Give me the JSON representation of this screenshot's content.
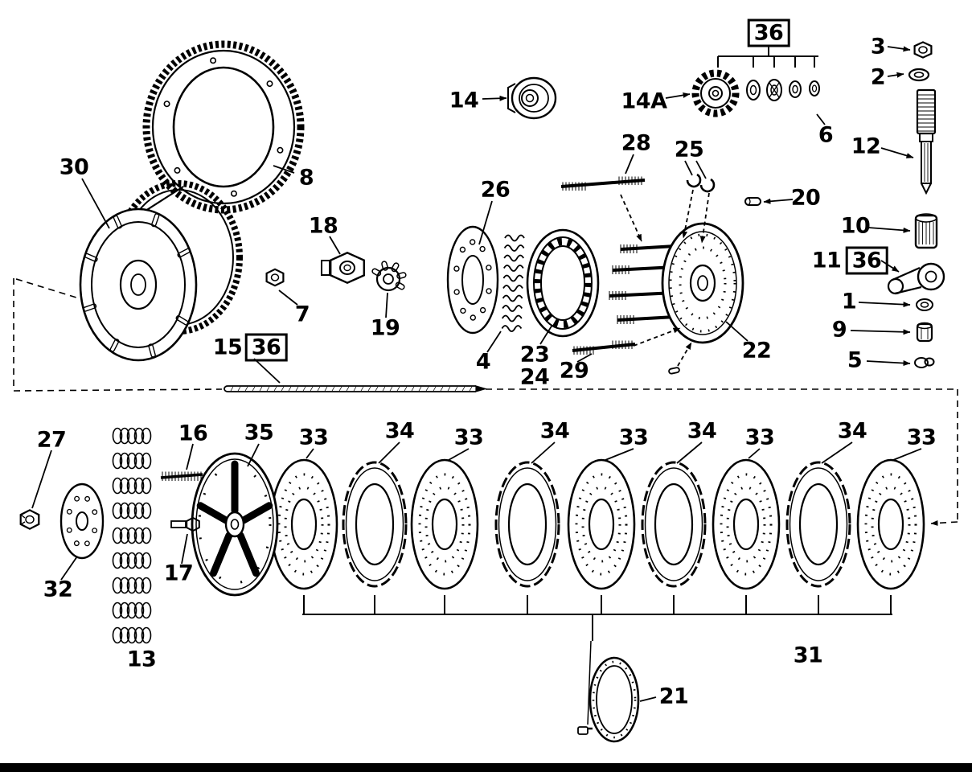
{
  "diagram": {
    "labels": {
      "1": "1",
      "2": "2",
      "3": "3",
      "4": "4",
      "5": "5",
      "6": "6",
      "7": "7",
      "8": "8",
      "9": "9",
      "10": "10",
      "11": "11",
      "12": "12",
      "13": "13",
      "14": "14",
      "14A": "14A",
      "15": "15",
      "16": "16",
      "17": "17",
      "18": "18",
      "19": "19",
      "20": "20",
      "21": "21",
      "22": "22",
      "23": "23",
      "24": "24",
      "25": "25",
      "26": "26",
      "27": "27",
      "28": "28",
      "29": "29",
      "30": "30",
      "31": "31",
      "32": "32",
      "33": "33",
      "34": "34",
      "35": "35",
      "36": "36"
    }
  }
}
